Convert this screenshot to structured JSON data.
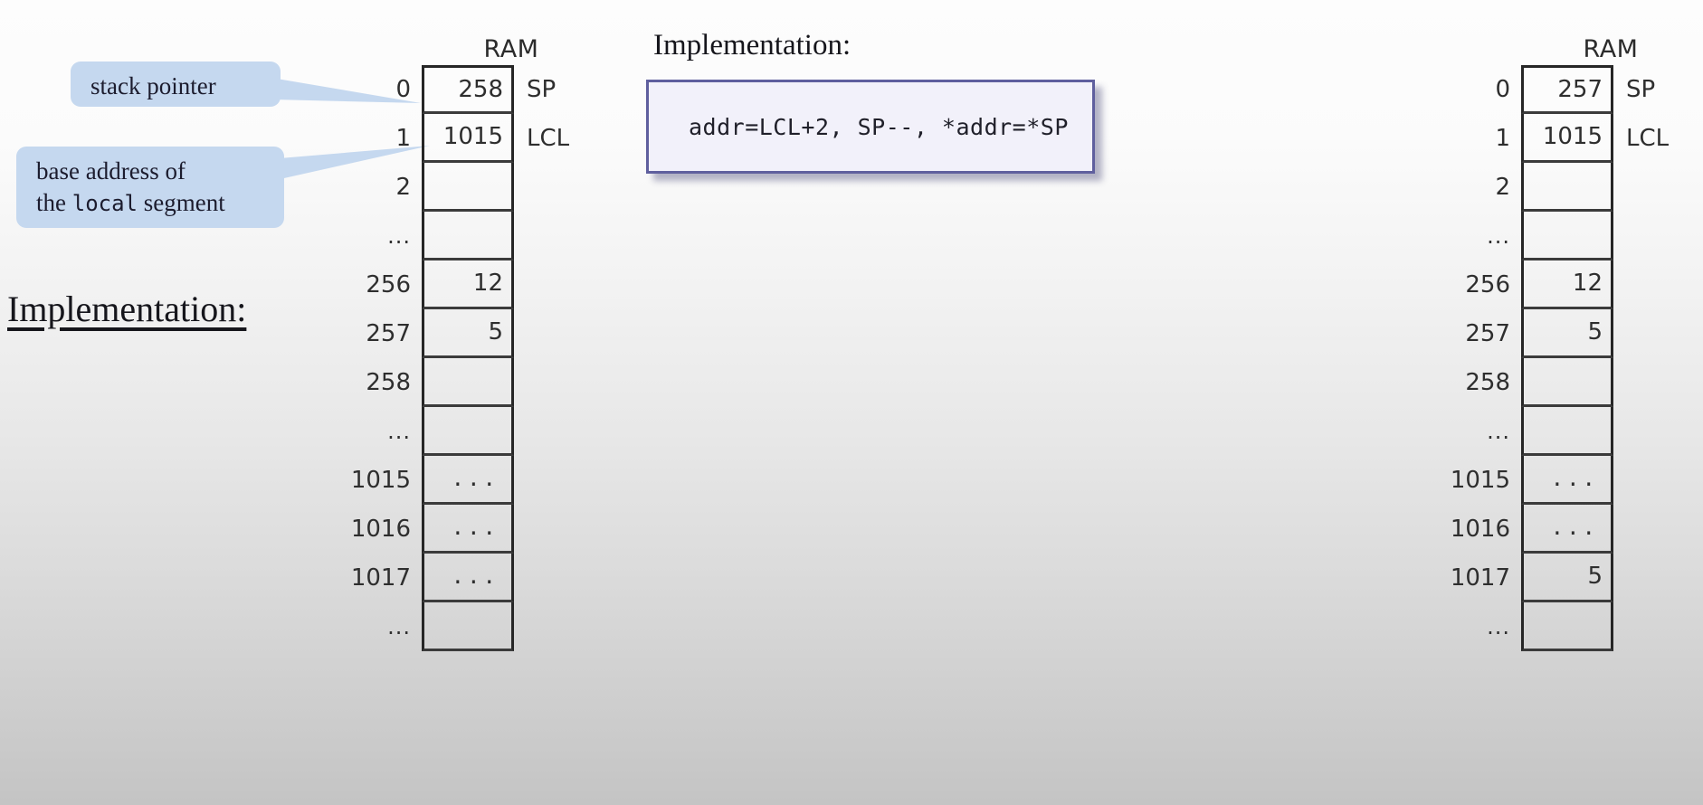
{
  "background": {
    "top_color": "#fdfdfd",
    "bottom_color": "#c4c4c4"
  },
  "accent_colors": {
    "callout_fill": "#c5d8ef",
    "code_box_fill": "#f2f1fa",
    "code_box_border": "#5f5f9e",
    "table_border": "#262626"
  },
  "left_panel": {
    "ram_title": "RAM",
    "heading": "Implementation:",
    "callouts": [
      {
        "id": "stack-pointer",
        "line1": "stack pointer"
      },
      {
        "id": "base-address-local",
        "line1": "base address of",
        "line2_before": "the ",
        "line2_mono": "local",
        "line2_after": " segment"
      }
    ],
    "rows": [
      {
        "addr": "0",
        "value": "258",
        "tag": "SP"
      },
      {
        "addr": "1",
        "value": "1015",
        "tag": "LCL"
      },
      {
        "addr": "2",
        "value": "",
        "tag": ""
      },
      {
        "addr": "...",
        "value": "",
        "tag": ""
      },
      {
        "addr": "256",
        "value": "12",
        "tag": ""
      },
      {
        "addr": "257",
        "value": "5",
        "tag": ""
      },
      {
        "addr": "258",
        "value": "",
        "tag": ""
      },
      {
        "addr": "...",
        "value": "",
        "tag": ""
      },
      {
        "addr": "1015",
        "value": "...",
        "tag": ""
      },
      {
        "addr": "1016",
        "value": "...",
        "tag": ""
      },
      {
        "addr": "1017",
        "value": "...",
        "tag": ""
      },
      {
        "addr": "...",
        "value": "",
        "tag": ""
      }
    ]
  },
  "center_panel": {
    "heading": "Implementation:",
    "code": "addr=LCL+2, SP--, *addr=*SP"
  },
  "right_panel": {
    "ram_title": "RAM",
    "rows": [
      {
        "addr": "0",
        "value": "257",
        "tag": "SP"
      },
      {
        "addr": "1",
        "value": "1015",
        "tag": "LCL"
      },
      {
        "addr": "2",
        "value": "",
        "tag": ""
      },
      {
        "addr": "...",
        "value": "",
        "tag": ""
      },
      {
        "addr": "256",
        "value": "12",
        "tag": ""
      },
      {
        "addr": "257",
        "value": "5",
        "tag": ""
      },
      {
        "addr": "258",
        "value": "",
        "tag": ""
      },
      {
        "addr": "...",
        "value": "",
        "tag": ""
      },
      {
        "addr": "1015",
        "value": "...",
        "tag": ""
      },
      {
        "addr": "1016",
        "value": "...",
        "tag": ""
      },
      {
        "addr": "1017",
        "value": "5",
        "tag": ""
      },
      {
        "addr": "...",
        "value": "",
        "tag": ""
      }
    ]
  }
}
